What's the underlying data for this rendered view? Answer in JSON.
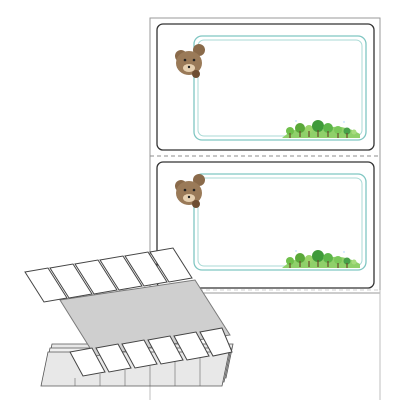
{
  "product": {
    "type": "fanfold continuous label stock",
    "labels_per_sheet_visible": 2,
    "decoration": {
      "mascot": "bear-peeking",
      "scene": "green-trees-hill",
      "frame_color": "#7fc6c2",
      "outline_color": "#3a3a3a"
    },
    "stack": {
      "columns": 6,
      "face_color": "#d9d9d9"
    }
  }
}
